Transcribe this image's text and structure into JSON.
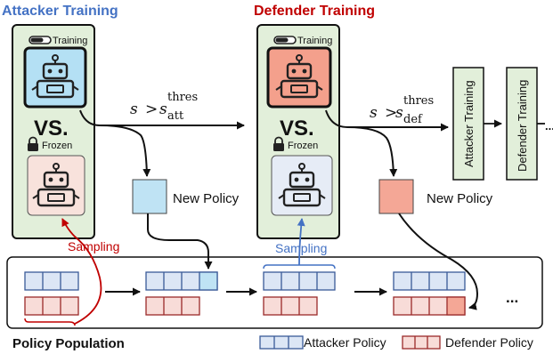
{
  "colors": {
    "attacker_title": "#4472c4",
    "defender_title": "#c00000",
    "panel_fill": "#e2efda",
    "attacker_robot": "#b4e0f4",
    "defender_robot": "#f4a08c",
    "attacker_cell": "#dce6f5",
    "defender_cell": "#f8dcd8",
    "new_policy_attacker": "#bfe3f4",
    "new_policy_defender": "#f4a796"
  },
  "titles": {
    "attacker": "Attacker Training",
    "defender": "Defender Training"
  },
  "panel": {
    "training_label": "Training",
    "frozen_label": "Frozen",
    "vs_label": "VS."
  },
  "conditions": {
    "attacker": {
      "var": "s",
      "op": ">",
      "sub_var": "s",
      "sup": "thres",
      "sub": "att"
    },
    "defender": {
      "var": "s",
      "op": ">",
      "sub_var": "s",
      "sup": "thres",
      "sub": "def"
    }
  },
  "new_policy_label": "New Policy",
  "sampling_label": "Sampling",
  "stages": [
    "Attacker Training",
    "Defender Training"
  ],
  "ellipsis": "...",
  "population_title": "Policy Population",
  "legend": {
    "attacker": "Attacker Policy",
    "defender": "Defender Policy"
  },
  "icons": [
    "toggle-icon",
    "lock-icon",
    "robot-icon"
  ]
}
